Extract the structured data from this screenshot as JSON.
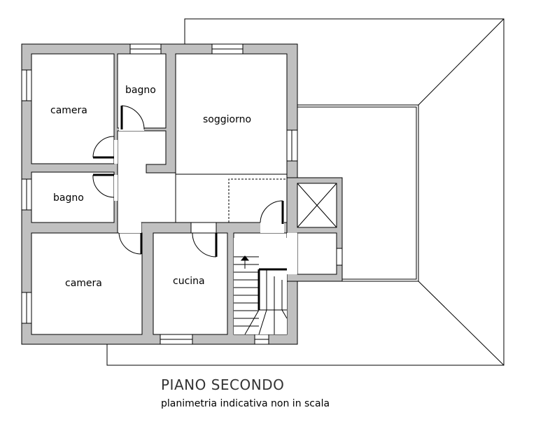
{
  "plan": {
    "rooms": {
      "camera_top": "camera",
      "bagno_top": "bagno",
      "soggiorno": "soggiorno",
      "bagno_left": "bagno",
      "camera_bottom": "camera",
      "cucina": "cucina"
    },
    "title": "PIANO SECONDO",
    "subtitle": "planimetria indicativa non in scala"
  },
  "colors": {
    "wall_fill": "#c0c0c0",
    "line": "#000000",
    "background": "#ffffff"
  }
}
